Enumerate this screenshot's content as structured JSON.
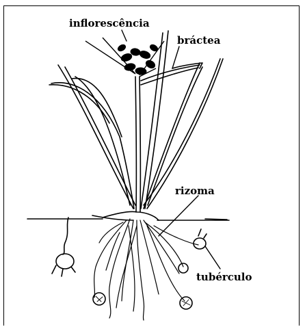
{
  "labels": {
    "inflorescence": "inflorescência",
    "bract": "bráctea",
    "rhizome": "rizoma",
    "tuber": "tubérculo"
  },
  "colors": {
    "ink": "#000000",
    "background": "#ffffff"
  }
}
